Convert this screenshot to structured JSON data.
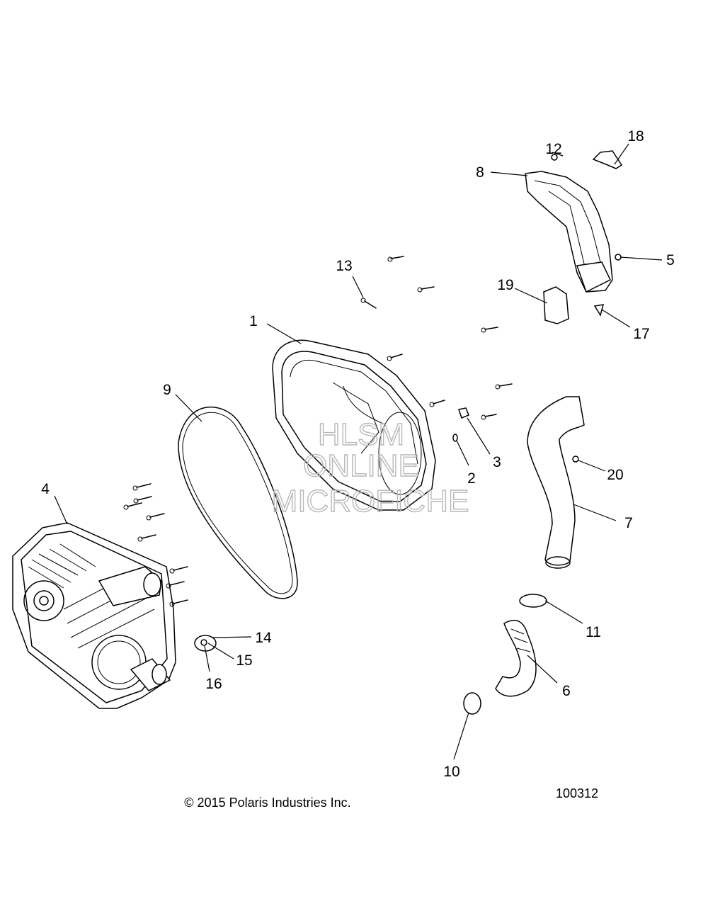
{
  "diagram": {
    "callouts": [
      {
        "id": "1",
        "label": "1"
      },
      {
        "id": "2",
        "label": "2"
      },
      {
        "id": "3",
        "label": "3"
      },
      {
        "id": "4",
        "label": "4"
      },
      {
        "id": "5",
        "label": "5"
      },
      {
        "id": "6",
        "label": "6"
      },
      {
        "id": "7",
        "label": "7"
      },
      {
        "id": "8",
        "label": "8"
      },
      {
        "id": "9",
        "label": "9"
      },
      {
        "id": "10",
        "label": "10"
      },
      {
        "id": "11",
        "label": "11"
      },
      {
        "id": "12",
        "label": "12"
      },
      {
        "id": "13",
        "label": "13"
      },
      {
        "id": "14",
        "label": "14"
      },
      {
        "id": "15",
        "label": "15"
      },
      {
        "id": "16",
        "label": "16"
      },
      {
        "id": "17",
        "label": "17"
      },
      {
        "id": "18",
        "label": "18"
      },
      {
        "id": "19",
        "label": "19"
      },
      {
        "id": "20",
        "label": "20"
      }
    ],
    "watermark": {
      "line1": "HLSM",
      "line2": "ONLINE",
      "line3": "MICROFICHE"
    },
    "copyright": "© 2015 Polaris Industries Inc.",
    "figure_number": "100312"
  }
}
